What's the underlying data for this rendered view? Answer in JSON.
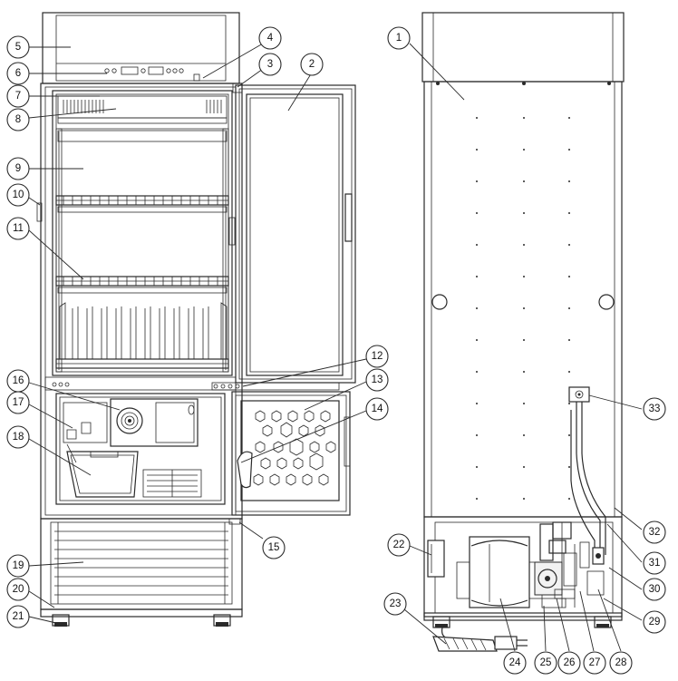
{
  "callouts": [
    "1",
    "2",
    "3",
    "4",
    "5",
    "6",
    "7",
    "8",
    "9",
    "10",
    "11",
    "12",
    "13",
    "14",
    "15",
    "16",
    "17",
    "18",
    "19",
    "20",
    "21",
    "22",
    "23",
    "24",
    "25",
    "26",
    "27",
    "28",
    "29",
    "30",
    "31",
    "32",
    "33"
  ],
  "colors": {
    "line": "#2a2a2a",
    "background": "#ffffff"
  }
}
